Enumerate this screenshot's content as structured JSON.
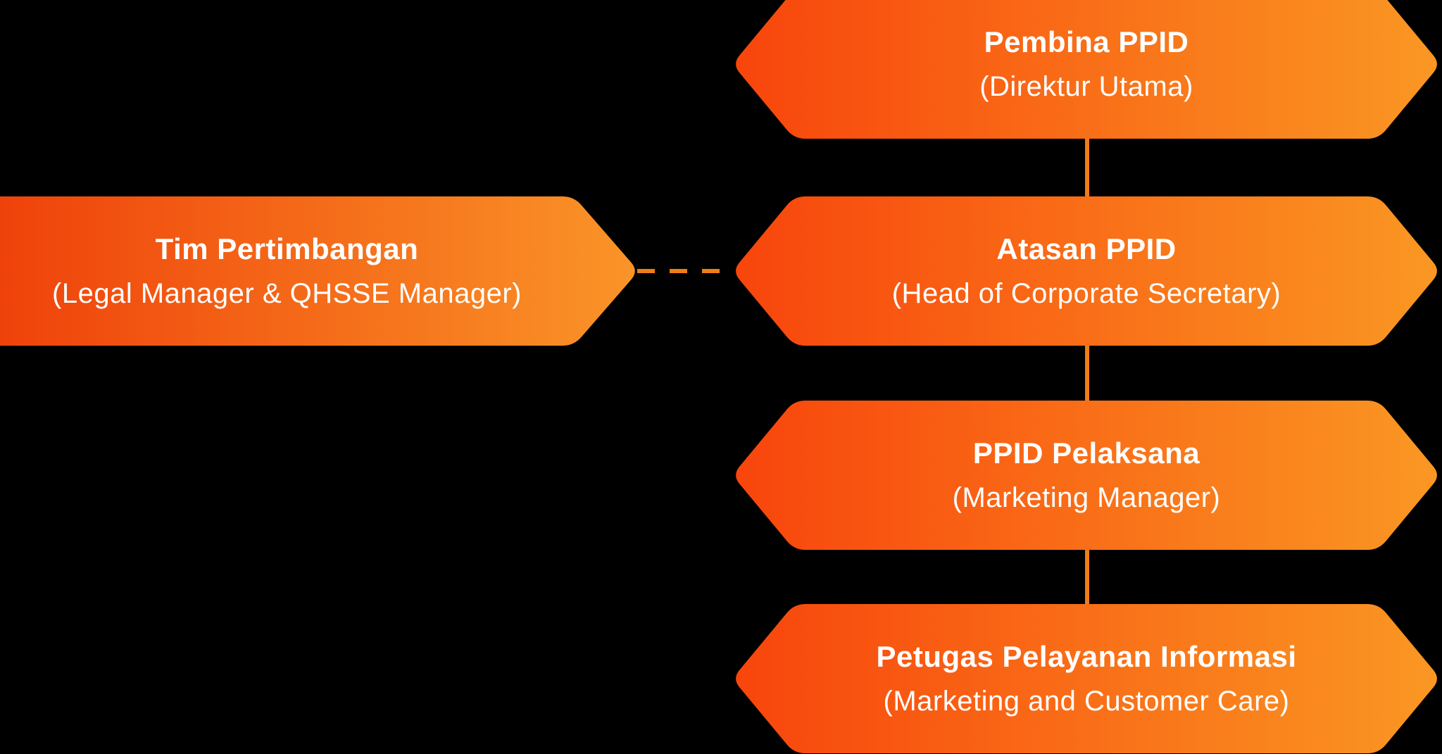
{
  "background": "#000000",
  "colors": {
    "background": "#000000",
    "gradient_start": "#f8450c",
    "gradient_end": "#fa9723",
    "left_gradient_start": "#ef420b",
    "left_gradient_end": "#fa9428",
    "connector": "#ef7d16",
    "text": "#ffffff"
  },
  "org": {
    "nodes": [
      {
        "title": "Pembina PPID",
        "subtitle": "(Direktur Utama)"
      },
      {
        "title": "Tim Pertimbangan",
        "subtitle": "(Legal Manager & QHSSE Manager)"
      },
      {
        "title": "Atasan PPID",
        "subtitle": "(Head of Corporate Secretary)"
      },
      {
        "title": "PPID Pelaksana",
        "subtitle": "(Marketing Manager)"
      },
      {
        "title": "Petugas Pelayanan Informasi",
        "subtitle": "(Marketing and Customer Care)"
      }
    ],
    "edges": [
      {
        "from": "Pembina PPID",
        "to": "Atasan PPID",
        "style": "solid"
      },
      {
        "from": "Atasan PPID",
        "to": "PPID Pelaksana",
        "style": "solid"
      },
      {
        "from": "PPID Pelaksana",
        "to": "Petugas Pelayanan Informasi",
        "style": "solid"
      },
      {
        "from": "Tim Pertimbangan",
        "to": "Atasan PPID",
        "style": "dashed"
      }
    ]
  }
}
